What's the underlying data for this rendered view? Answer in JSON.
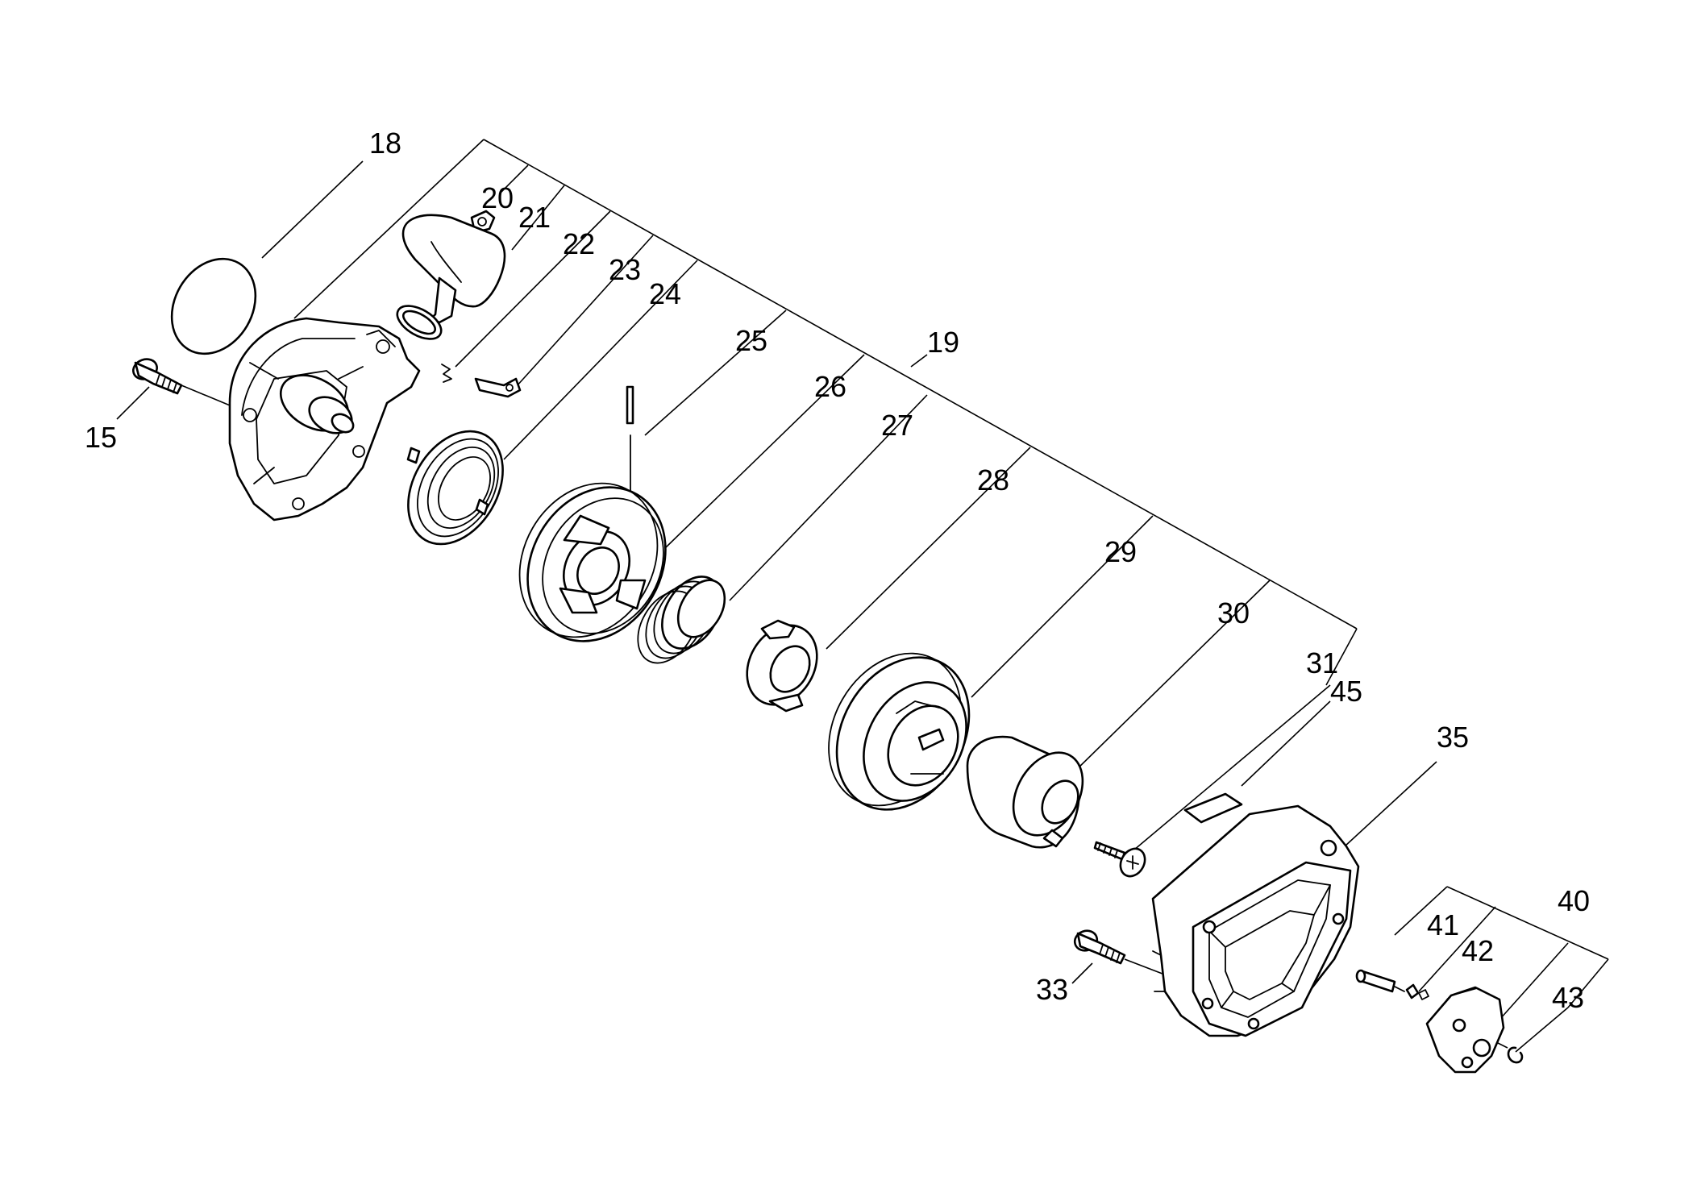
{
  "diagram": {
    "part_numbers": [
      {
        "id": "p15",
        "label": "15"
      },
      {
        "id": "p18",
        "label": "18"
      },
      {
        "id": "p19",
        "label": "19"
      },
      {
        "id": "p20",
        "label": "20"
      },
      {
        "id": "p21",
        "label": "21"
      },
      {
        "id": "p22",
        "label": "22"
      },
      {
        "id": "p23",
        "label": "23"
      },
      {
        "id": "p24",
        "label": "24"
      },
      {
        "id": "p25",
        "label": "25"
      },
      {
        "id": "p26",
        "label": "26"
      },
      {
        "id": "p27",
        "label": "27"
      },
      {
        "id": "p28",
        "label": "28"
      },
      {
        "id": "p29",
        "label": "29"
      },
      {
        "id": "p30",
        "label": "30"
      },
      {
        "id": "p31",
        "label": "31"
      },
      {
        "id": "p33",
        "label": "33"
      },
      {
        "id": "p35",
        "label": "35"
      },
      {
        "id": "p40",
        "label": "40"
      },
      {
        "id": "p41",
        "label": "41"
      },
      {
        "id": "p42",
        "label": "42"
      },
      {
        "id": "p43",
        "label": "43"
      },
      {
        "id": "p45",
        "label": "45"
      }
    ]
  }
}
